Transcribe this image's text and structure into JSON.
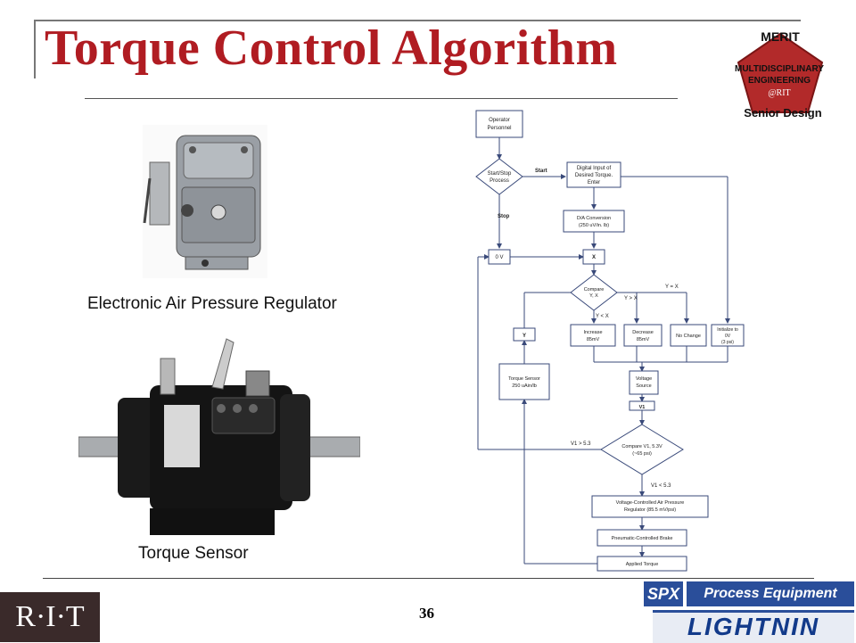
{
  "slide": {
    "title": "Torque Control Algorithm",
    "page_number": "36"
  },
  "images": {
    "regulator_caption": "Electronic Air Pressure Regulator",
    "sensor_caption": "Torque Sensor"
  },
  "logos": {
    "merit_top": "MERIT",
    "merit_line1": "MULTIDISCIPLINARY",
    "merit_line2": "ENGINEERING",
    "merit_line3": "@RIT",
    "merit_bottom": "Senior Design",
    "rit": "R·I·T",
    "spx_a": "SPX",
    "spx_b": "Process Equipment",
    "lightnin": "LIGHTNIN"
  },
  "flowchart": {
    "operator": [
      "Operator",
      "Personnel"
    ],
    "startstop": [
      "Start/Stop",
      "Process"
    ],
    "start_label": "Start",
    "stop_label": "Stop",
    "digital_input": [
      "Digital Input of",
      "Desired Torque.",
      "Enter"
    ],
    "da_conversion": [
      "D/A Conversion",
      "(250 uV/in. lb)"
    ],
    "zero_v": "0 V",
    "x_box": "X",
    "compare_yx": [
      "Compare",
      "Y, X"
    ],
    "y_eq_x": "Y = X",
    "y_gt_x": "Y > X",
    "y_lt_x": "Y < X",
    "y_box": "Y",
    "increase": [
      "Increase",
      "85mV"
    ],
    "decrease": [
      "Decrease",
      "85mV"
    ],
    "no_change": "No Change",
    "initialize": [
      "Initialize to",
      "0V",
      "(3 psi)"
    ],
    "torque_sensor": [
      "Torque Sensor",
      "250 uAin/lb"
    ],
    "voltage_source": [
      "Voltage",
      "Source"
    ],
    "v1_box": "V1",
    "compare_v1": [
      "Compare V1, 5.3V",
      "(~65 psi)"
    ],
    "v1_gt": "V1 > 5.3",
    "v1_lt": "V1 < 5.3",
    "vc_regulator": [
      "Voltage-Controlled Air Pressure",
      "Regulator (85.5 mV/psi)"
    ],
    "brake": "Pneumatic-Controlled Brake",
    "applied_torque": "Applied Torque"
  },
  "colors": {
    "title": "#b01c22",
    "merit_red": "#b22a2a",
    "line": "#3a4a7a",
    "spx_blue": "#2a4e9a"
  }
}
